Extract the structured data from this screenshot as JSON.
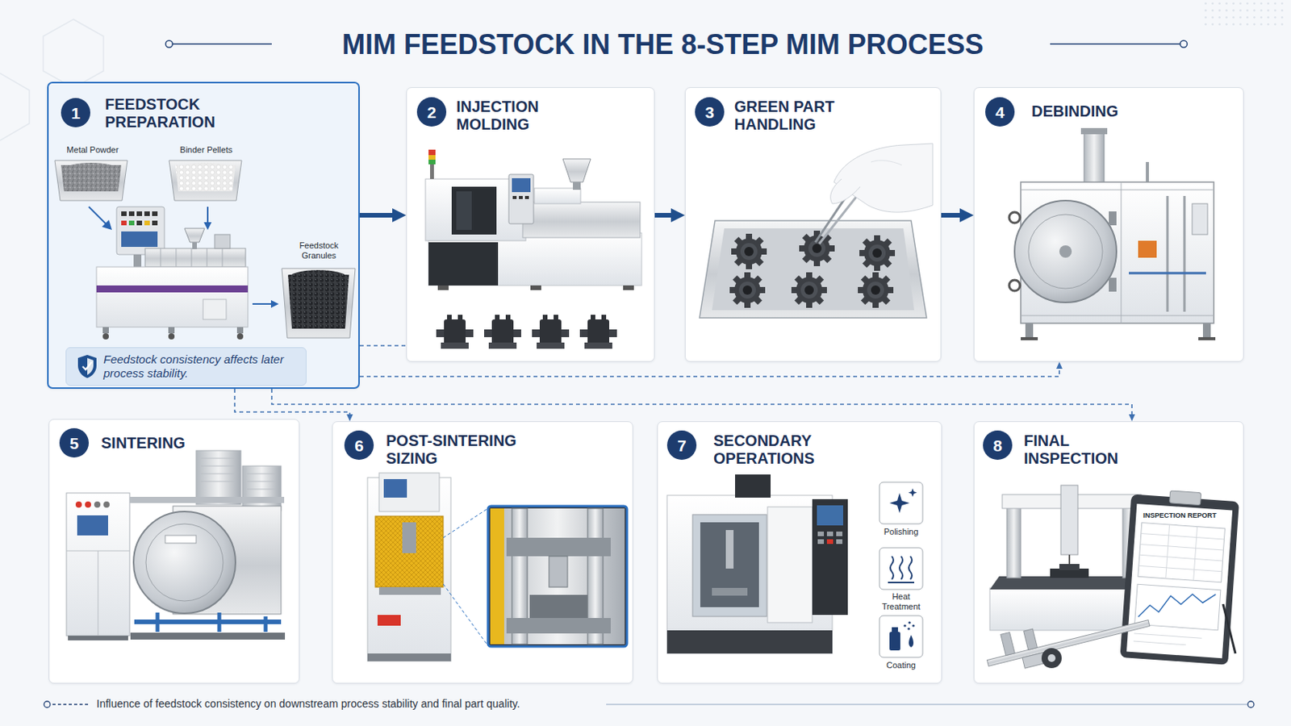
{
  "diagram": {
    "title": "MIM FEEDSTOCK IN THE 8-STEP MIM PROCESS",
    "caption": "Influence of feedstock consistency on downstream process stability and final part quality.",
    "nodes": [
      {
        "text": [
          "FEEDSTOCK PREPARATION"
        ]
      },
      {
        "text": [
          "1"
        ],
        "in": 0
      },
      {
        "text": [
          "Feedstock consistency affects later process stability."
        ],
        "in": 0
      },
      {
        "text": [
          "INJECTION MOLDING"
        ]
      },
      {
        "text": [
          "2"
        ],
        "in": 3
      },
      {
        "text": [
          "GREEN PART HANDLING"
        ]
      },
      {
        "text": [
          "3"
        ],
        "in": 5
      },
      {
        "text": [
          "DEBINDING"
        ]
      },
      {
        "text": [
          "4"
        ],
        "in": 7
      },
      {
        "text": [
          "SINTERING"
        ]
      },
      {
        "text": [
          "5"
        ],
        "in": 9
      },
      {
        "text": [
          "POST-SINTERING SIZING"
        ]
      },
      {
        "text": [
          "6"
        ],
        "in": 11
      },
      {
        "text": [
          "SECONDARY OPERATIONS"
        ]
      },
      {
        "text": [
          "7"
        ],
        "in": 13
      },
      {
        "text": [
          "FINAL INSPECTION"
        ]
      },
      {
        "text": [
          "8"
        ],
        "in": 15
      }
    ],
    "edges": [
      {
        "from": 0,
        "to": 3,
        "arrow": "to"
      },
      {
        "from": 3,
        "to": 5,
        "arrow": "to"
      },
      {
        "from": 5,
        "to": 7,
        "arrow": "to"
      },
      {
        "from": 0,
        "to": 3,
        "arrow": "none"
      },
      {
        "from": 0,
        "to": 7,
        "arrow": "to"
      },
      {
        "from": 0,
        "to": 11,
        "arrow": "to"
      },
      {
        "from": 0,
        "to": 15,
        "arrow": "to"
      }
    ],
    "labels": [
      "Metal Powder",
      "Binder Pellets",
      "Feedstock Granules",
      "Polishing",
      "Heat Treatment",
      "Coating",
      "INSPECTION REPORT"
    ]
  }
}
